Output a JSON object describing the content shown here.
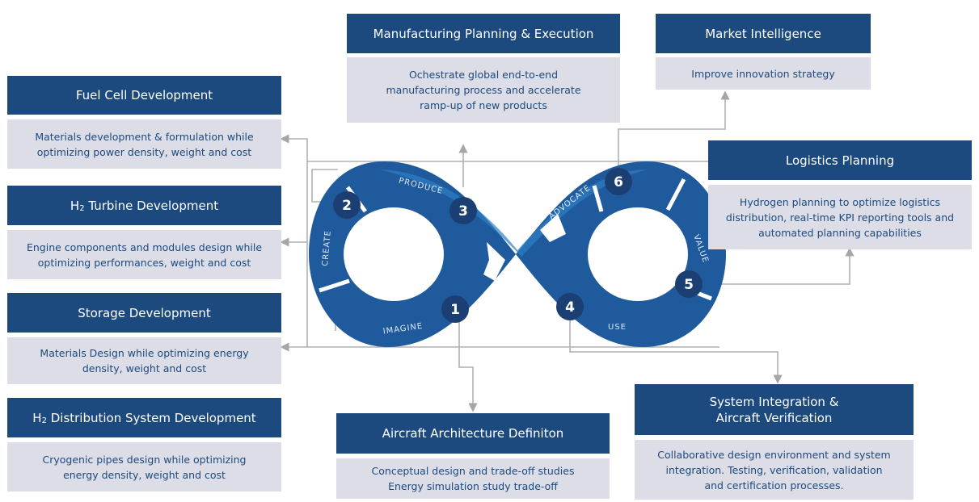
{
  "colors": {
    "header": "#1c4a7e",
    "description_bg": "#dcdde6",
    "loop_dark": "#1a4f8f",
    "loop_mid": "#2a78bd",
    "connector": "#a6a6a6"
  },
  "loop": {
    "stage_labels": {
      "produce": "PRODUCE",
      "create": "CREATE",
      "imagine": "IMAGINE",
      "advocate": "ADVOCATE",
      "value": "VALUE",
      "use": "USE"
    },
    "numbers": [
      "1",
      "2",
      "3",
      "4",
      "5",
      "6"
    ]
  },
  "boxes": {
    "manufacturing": {
      "title": "Manufacturing Planning & Execution",
      "lines": [
        "Ochestrate global end-to-end",
        "manufacturing process and accelerate",
        "ramp-up of new products"
      ]
    },
    "market": {
      "title": "Market Intelligence",
      "lines": [
        "Improve innovation strategy"
      ]
    },
    "fuel_cell": {
      "title": "Fuel Cell Development",
      "lines": [
        "Materials development & formulation while",
        "optimizing power density, weight and cost"
      ]
    },
    "turbine": {
      "title_prefix": "H",
      "title_sub": "2",
      "title_suffix": " Turbine Development",
      "lines": [
        "Engine components and modules design while",
        "optimizing performances, weight and cost"
      ]
    },
    "storage": {
      "title": "Storage Development",
      "lines": [
        "Materials Design while optimizing energy",
        "density, weight and cost"
      ]
    },
    "distribution": {
      "title_prefix": "H",
      "title_sub": "2",
      "title_suffix": " Distribution System Development",
      "lines": [
        "Cryogenic pipes design while optimizing",
        "energy density, weight and cost"
      ]
    },
    "logistics": {
      "title": "Logistics Planning",
      "lines": [
        "Hydrogen planning to optimize logistics",
        "distribution, real-time KPI reporting tools and",
        "automated planning capabilities"
      ]
    },
    "aircraft": {
      "title": "Aircraft Architecture Definiton",
      "lines": [
        "Conceptual design and trade-off studies",
        "Energy simulation study trade-off"
      ]
    },
    "integration": {
      "title_lines": [
        "System Integration &",
        "Aircraft Verification"
      ],
      "lines": [
        "Collaborative design environment and system",
        "integration. Testing, verification, validation",
        "and certification processes."
      ]
    }
  }
}
